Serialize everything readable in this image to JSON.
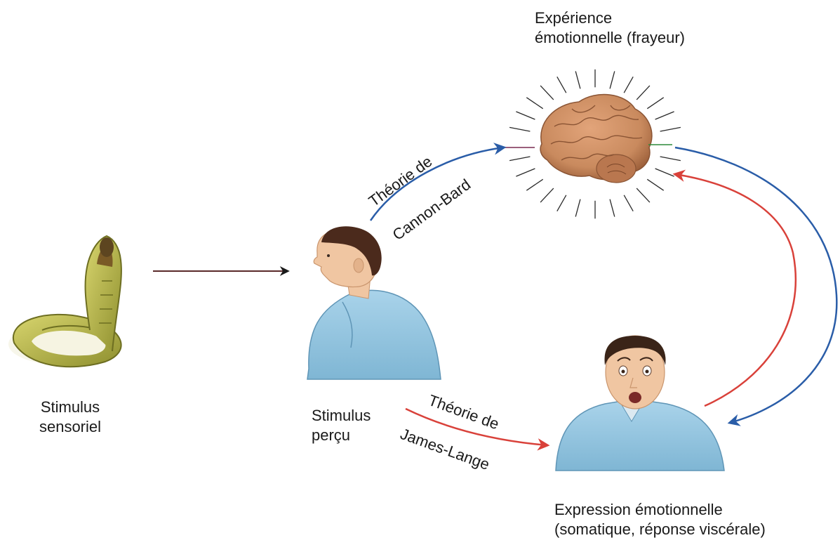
{
  "labels": {
    "stimulus_sensoriel": [
      "Stimulus",
      "sensoriel"
    ],
    "stimulus_percu": [
      "Stimulus",
      "perçu"
    ],
    "experience": [
      "Expérience",
      "émotionnelle (frayeur)"
    ],
    "expression": [
      "Expression émotionnelle",
      "(somatique, réponse viscérale)"
    ]
  },
  "theories": {
    "cannon_bard": [
      "Théorie de",
      "Cannon-Bard"
    ],
    "james_lange": [
      "Théorie de",
      "James-Lange"
    ]
  },
  "colors": {
    "cannon_bard_arrow": "#2a5da8",
    "james_lange_arrow": "#d9413a",
    "neutral_arrow": "#5a2a2a",
    "snake": "#b7b84a",
    "brain": "#c98a5e",
    "skin": "#f0c6a2",
    "shirt": "#8fc2dc",
    "hair": "#4b2a1c"
  },
  "icons": [
    "snake-icon",
    "man-profile-icon",
    "brain-icon",
    "surprised-man-icon"
  ]
}
